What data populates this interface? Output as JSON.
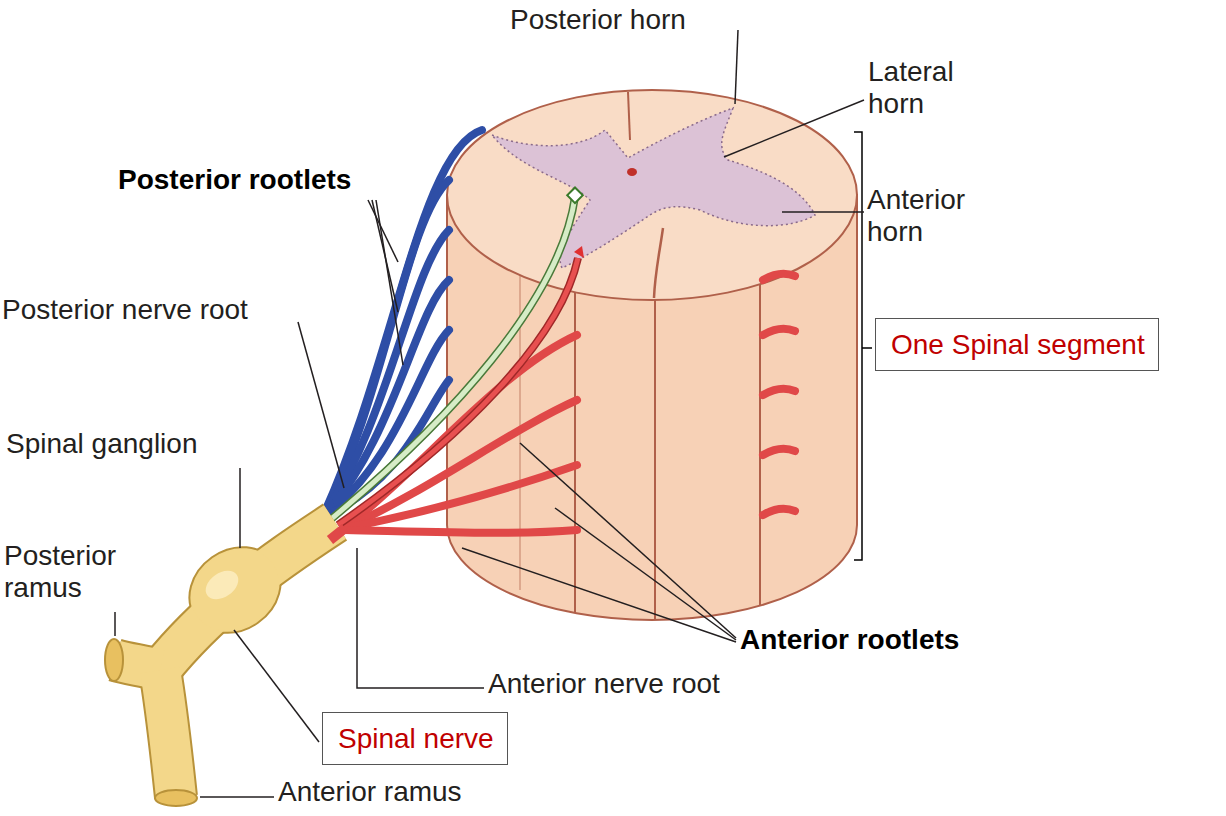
{
  "diagram": {
    "nodes": [
      {
        "text": [
          "One Spinal segment"
        ]
      },
      {
        "text": [
          "Spinal nerve"
        ]
      }
    ],
    "labels": [
      "Posterior horn",
      "Lateral horn",
      "Posterior rootlets",
      "Anterior horn",
      "Posterior nerve root",
      "Spinal ganglion",
      "Posterior ramus",
      "Anterior rootlets",
      "Anterior nerve root",
      "Anterior ramus"
    ]
  }
}
